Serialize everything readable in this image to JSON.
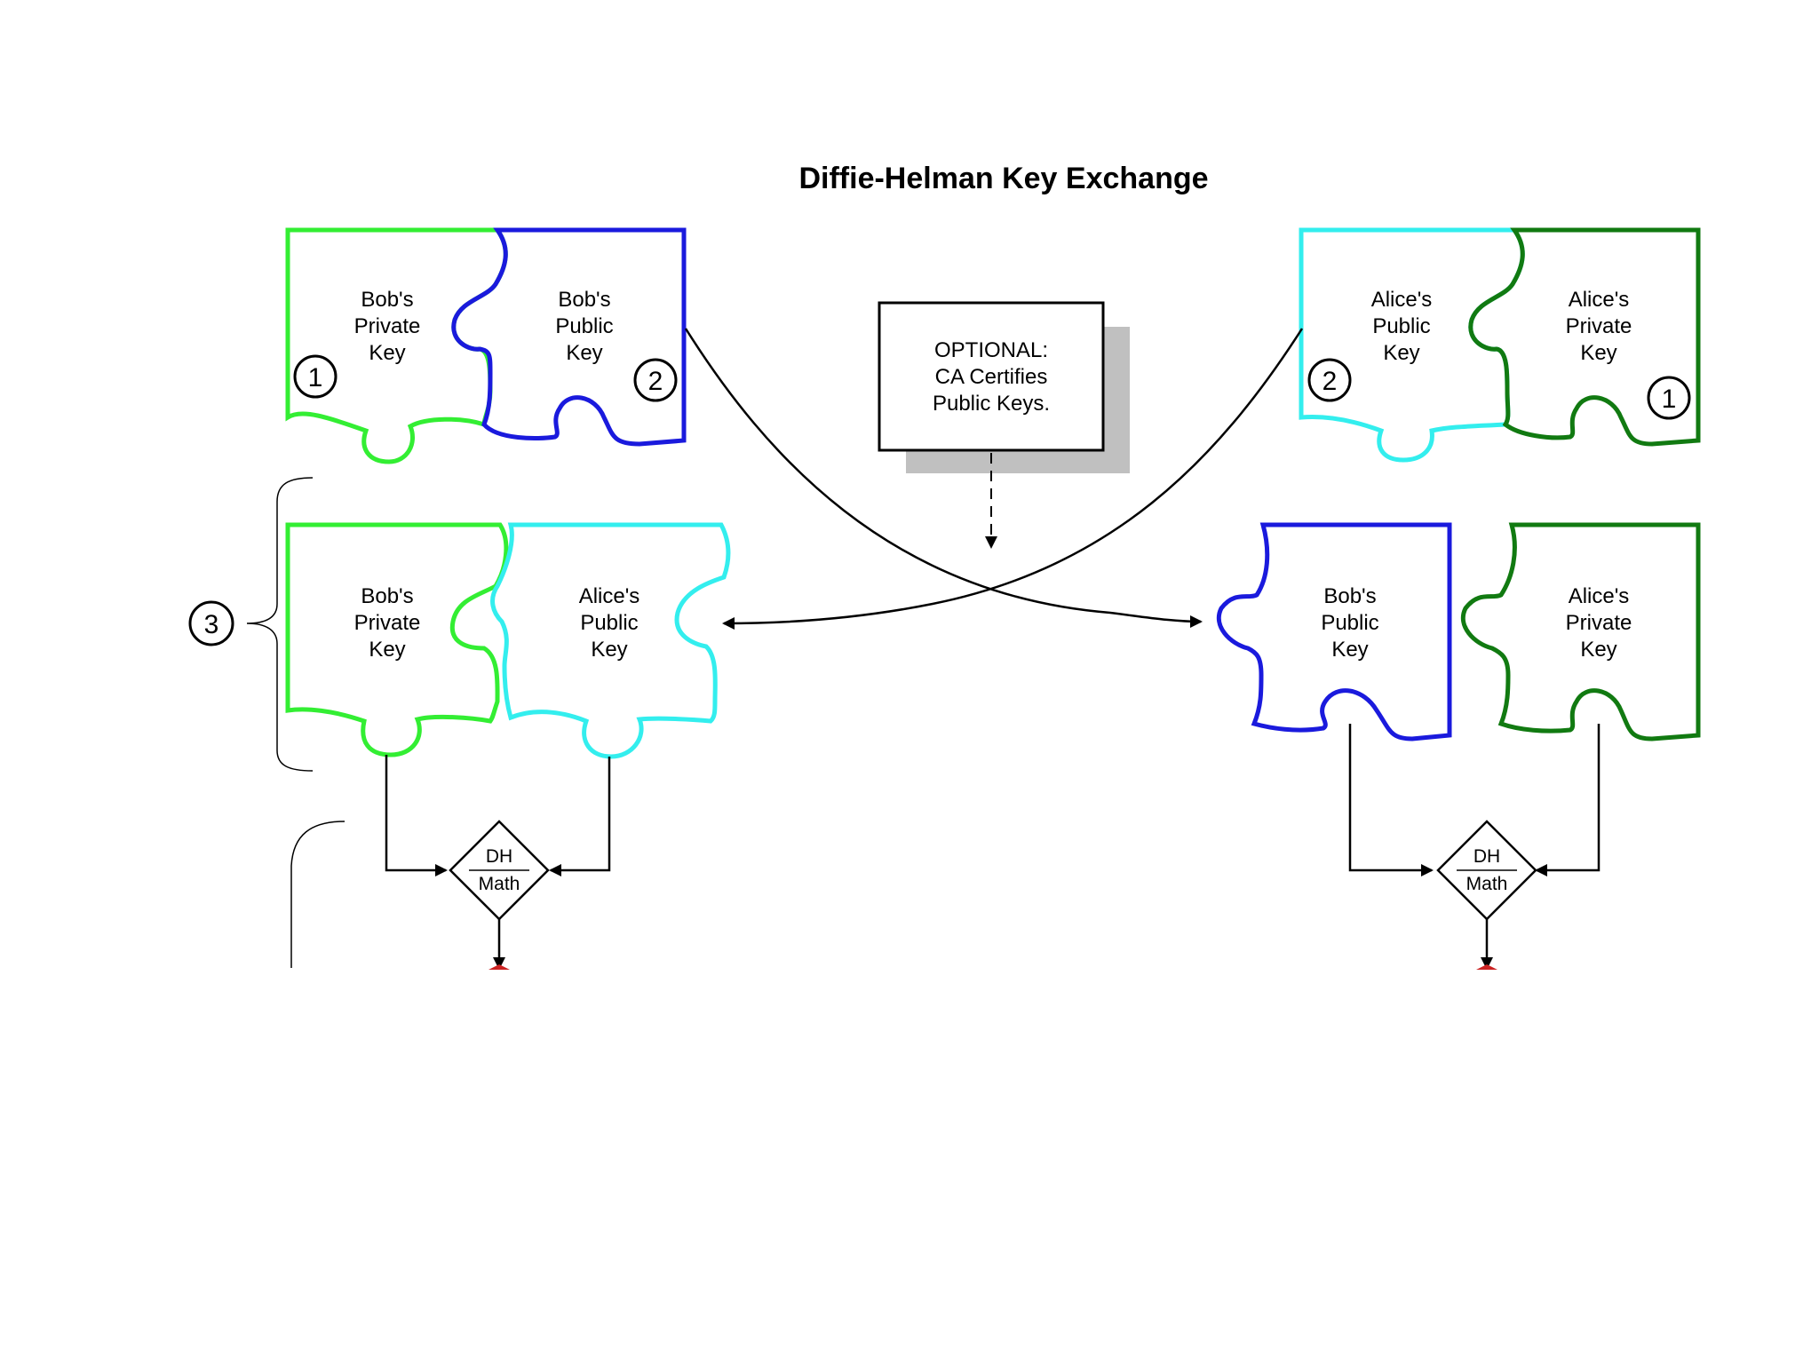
{
  "title": "Diffie-Helman Key Exchange",
  "colors": {
    "bob_private": "#33ee33",
    "bob_public": "#1a1add",
    "alice_public": "#33eeee",
    "alice_private": "#117a11"
  },
  "pieces": {
    "bob_private_top": [
      "Bob's",
      "Private",
      "Key"
    ],
    "bob_public_top": [
      "Bob's",
      "Public",
      "Key"
    ],
    "alice_public_top": [
      "Alice's",
      "Public",
      "Key"
    ],
    "alice_private_top": [
      "Alice's",
      "Private",
      "Key"
    ],
    "bob_private_mid": [
      "Bob's",
      "Private",
      "Key"
    ],
    "alice_public_mid": [
      "Alice's",
      "Public",
      "Key"
    ],
    "bob_public_mid": [
      "Bob's",
      "Public",
      "Key"
    ],
    "alice_private_mid": [
      "Alice's",
      "Private",
      "Key"
    ]
  },
  "step_numbers": {
    "one": "1",
    "two": "2",
    "three": "3"
  },
  "ca_box": [
    "OPTIONAL:",
    "CA Certifies",
    "Public Keys."
  ],
  "dh_math": [
    "DH",
    "Math"
  ]
}
